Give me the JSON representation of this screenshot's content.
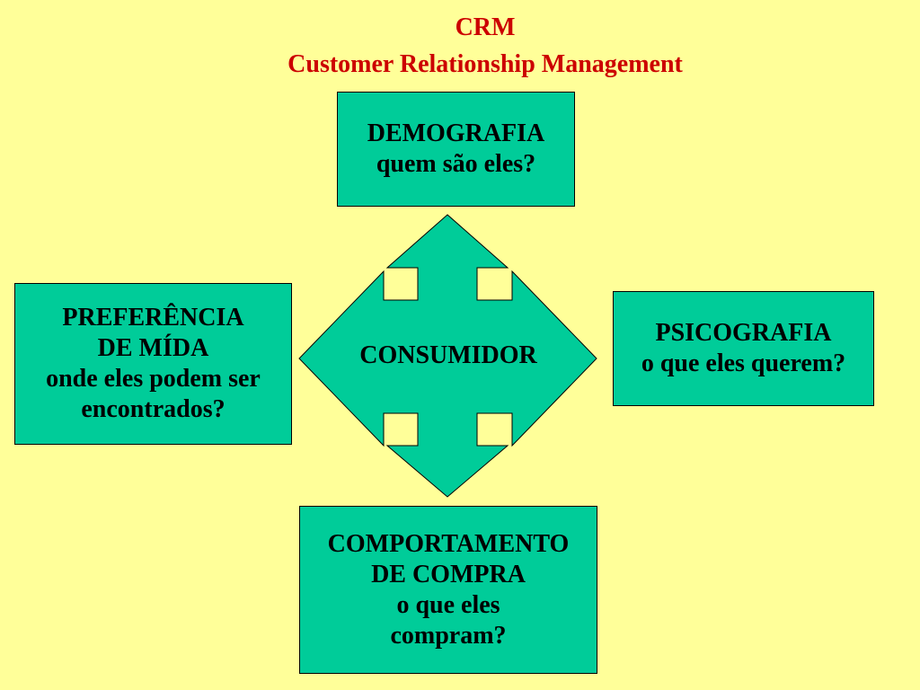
{
  "title": {
    "line1": "CRM",
    "line2": "Customer Relationship Management"
  },
  "colors": {
    "background": "#ffff99",
    "title": "#cc0000",
    "box_fill": "#00cc99",
    "outline": "#000000"
  },
  "center": {
    "label": "CONSUMIDOR",
    "shape": "four-way-arrow"
  },
  "nodes": {
    "top": {
      "lines": [
        "DEMOGRAFIA",
        "quem são eles?"
      ]
    },
    "left": {
      "lines": [
        "PREFERÊNCIA",
        "DE MÍDA",
        "onde eles podem ser",
        "encontrados?"
      ]
    },
    "right": {
      "lines": [
        "PSICOGRAFIA",
        "o que eles querem?"
      ]
    },
    "bottom": {
      "lines": [
        "COMPORTAMENTO",
        "DE COMPRA",
        "o que eles",
        "compram?"
      ]
    }
  }
}
